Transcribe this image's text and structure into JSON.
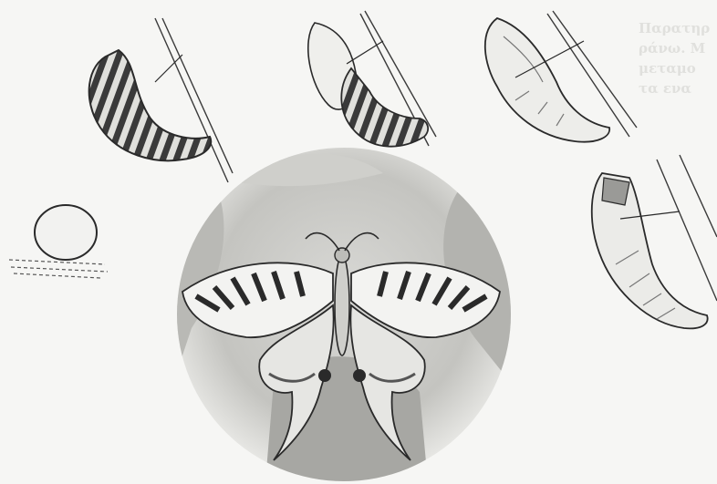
{
  "scene": {
    "subject": "swallowtail-butterfly-life-cycle-illustration",
    "stages": [
      "egg",
      "caterpillar",
      "pupa-forming",
      "pupa",
      "emerging-pupa",
      "adult-butterfly"
    ],
    "bleed_through_lines": [
      "Παρατηρ",
      "ράνω. M",
      "μεταμο",
      "τα ενα"
    ],
    "colors": {
      "paper": "#f6f6f4",
      "ink": "#2a2a2a",
      "shade": "#6f6f6f",
      "photo_light": "#e2e2df",
      "photo_mid": "#bdbdb9",
      "photo_dark": "#8e8e8a"
    }
  }
}
